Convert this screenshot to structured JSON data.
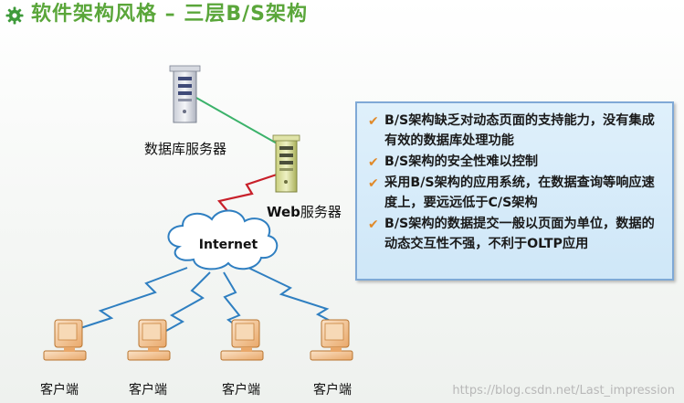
{
  "title": "软件架构风格 – 三层B/S架构",
  "nodes": {
    "database_server": "数据库服务器",
    "web_server_prefix": "Web",
    "web_server_suffix": "服务器",
    "internet": "Internet",
    "clients": [
      "客户端",
      "客户端",
      "客户端",
      "客户端"
    ]
  },
  "notes": [
    "B/S架构缺乏对动态页面的支持能力，没有集成有效的数据库处理功能",
    "B/S架构的安全性难以控制",
    "采用B/S架构的应用系统，在数据查询等响应速度上，要远远低于C/S架构",
    "B/S架构的数据提交一般以页面为单位，数据的动态交互性不强，不利于OLTP应用"
  ],
  "check_mark": "✔",
  "watermark": "https://blog.csdn.net/Last_impression",
  "colors": {
    "title": "#5aa63a",
    "box_bg": "#d6ebf9",
    "box_border": "#7fa9d6",
    "link_db_web": "#3bb26a",
    "link_web_internet": "#c8202a",
    "link_clients": "#2f7fc1",
    "check": "#e08a2a"
  }
}
